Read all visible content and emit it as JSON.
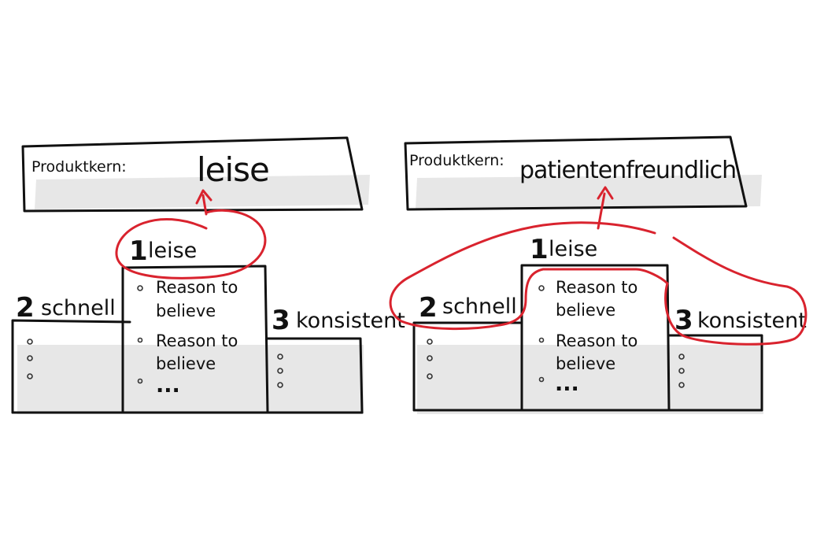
{
  "left": {
    "core_label": "Produktkern:",
    "core_value": "leise",
    "first": {
      "num": "1",
      "label": "leise"
    },
    "second": {
      "num": "2",
      "label": "schnell"
    },
    "third": {
      "num": "3",
      "label": "konsistent"
    },
    "reasons": [
      "Reason to",
      "believe",
      "Reason to",
      "believe"
    ],
    "more": "..."
  },
  "right": {
    "core_label": "Produktkern:",
    "core_value": "patientenfreundlich",
    "first": {
      "num": "1",
      "label": "leise"
    },
    "second": {
      "num": "2",
      "label": "schnell"
    },
    "third": {
      "num": "3",
      "label": "konsistent"
    },
    "reasons": [
      "Reason to",
      "believe",
      "Reason to",
      "believe"
    ],
    "more": "..."
  }
}
